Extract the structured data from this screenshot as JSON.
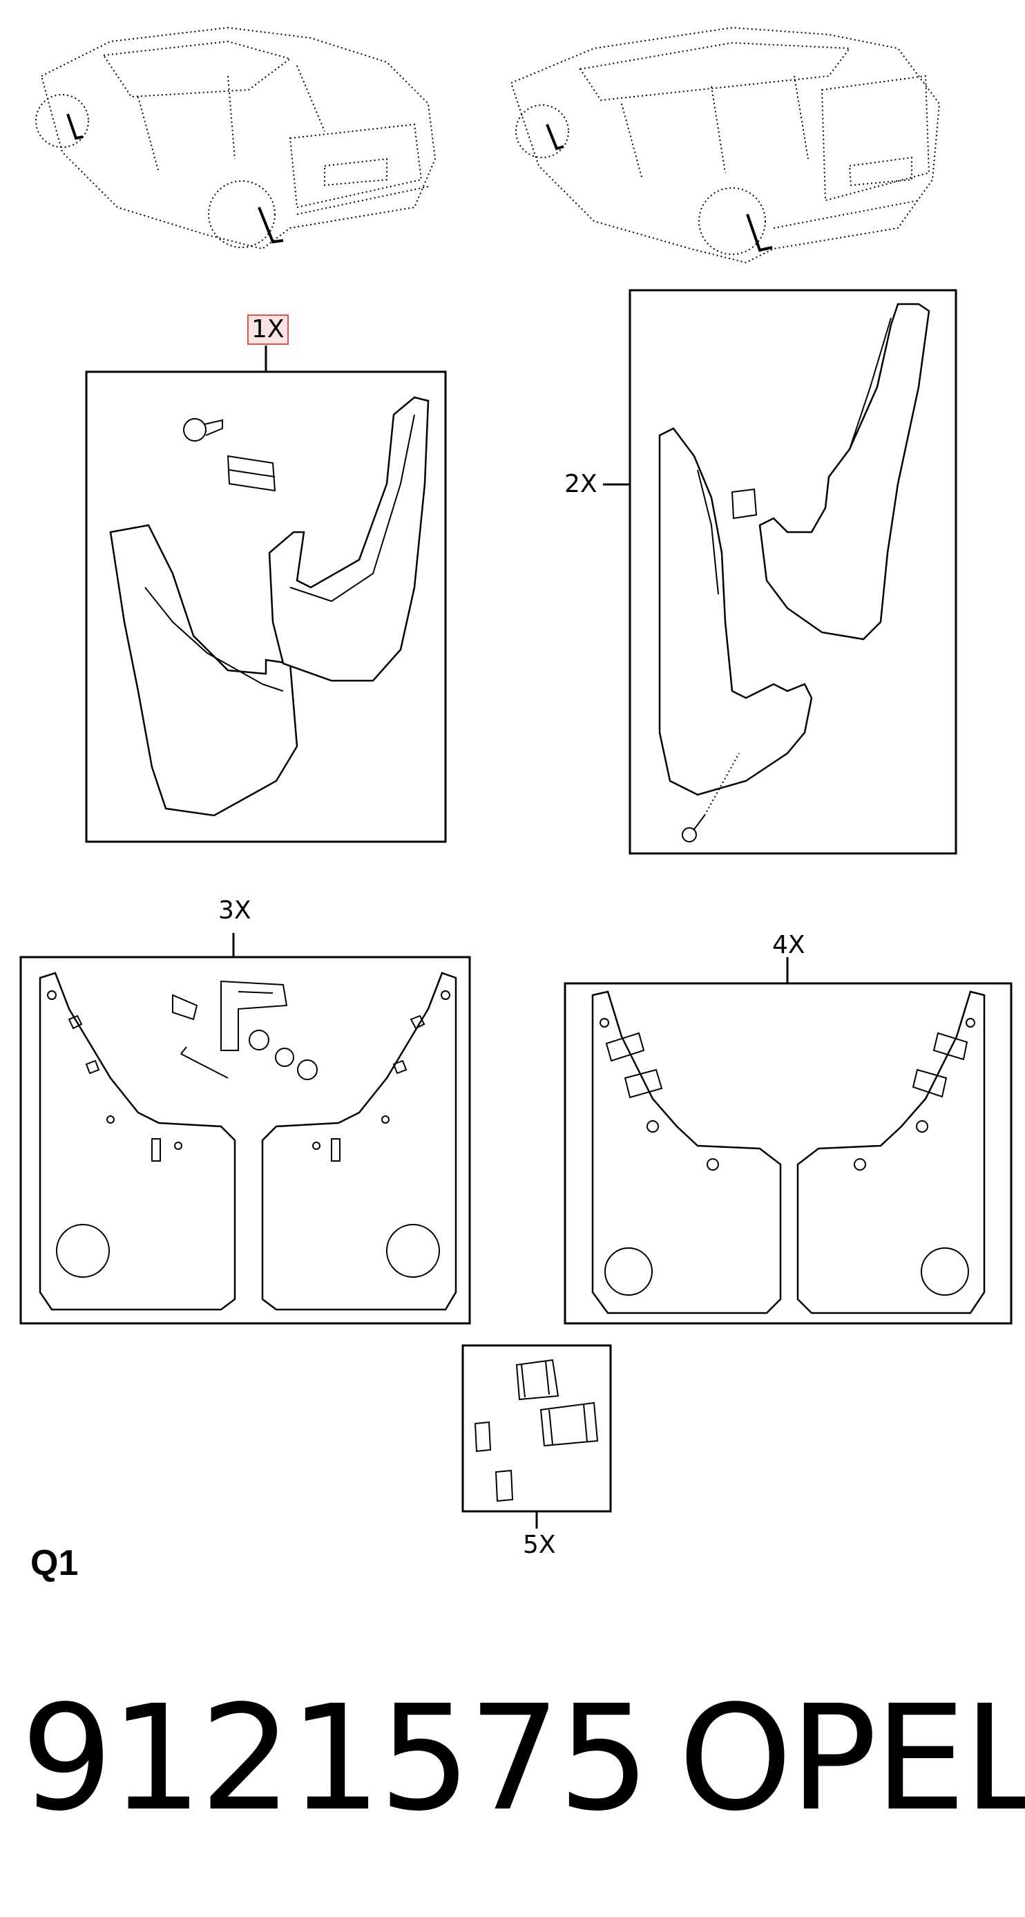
{
  "diagram": {
    "callouts": [
      {
        "id": "1",
        "label": "1X",
        "highlighted": true
      },
      {
        "id": "2",
        "label": "2X",
        "highlighted": false
      },
      {
        "id": "3",
        "label": "3X",
        "highlighted": false
      },
      {
        "id": "4",
        "label": "4X",
        "highlighted": false
      },
      {
        "id": "5",
        "label": "5X",
        "highlighted": false
      }
    ],
    "section_code": "Q1",
    "part_number": "9121575",
    "brand": "OPEL",
    "colors": {
      "line": "#000000",
      "highlight_border": "#d9534f",
      "highlight_fill": "#fbe3e3",
      "background": "#ffffff"
    }
  }
}
